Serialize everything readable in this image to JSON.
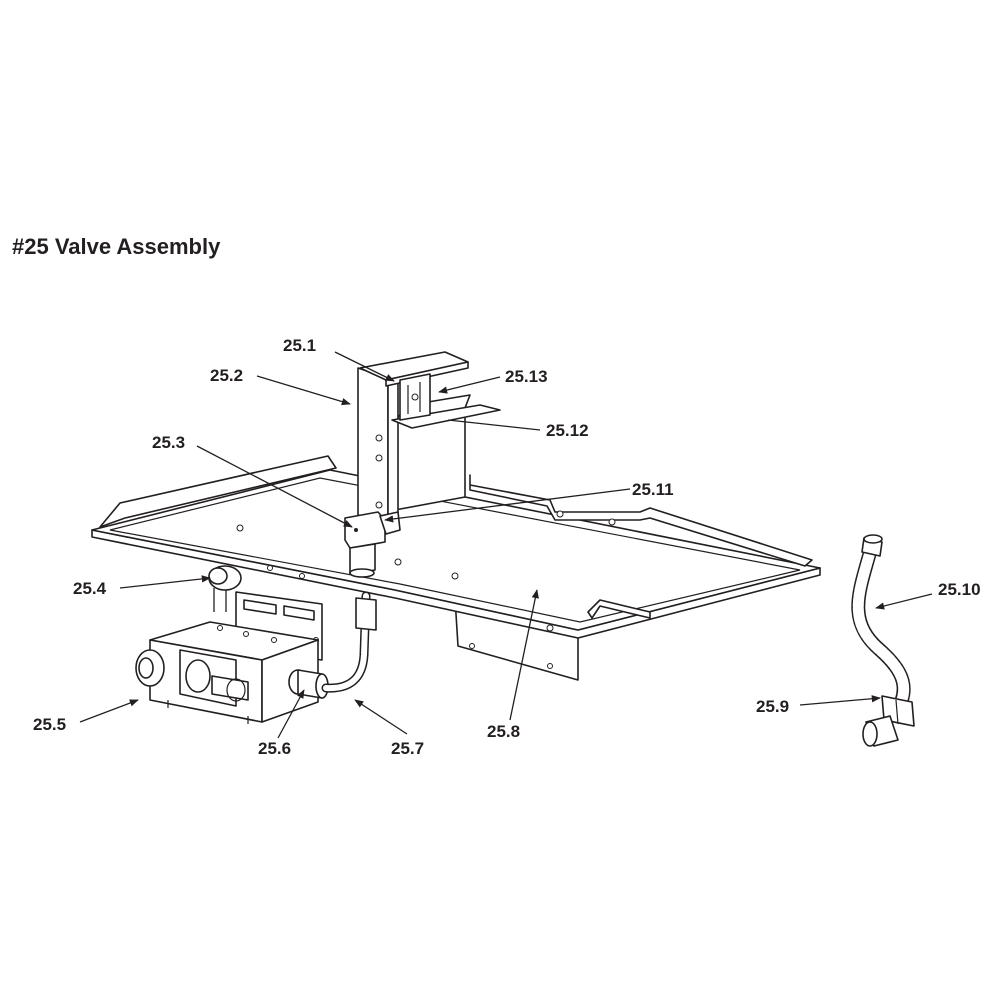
{
  "title": "#25 Valve Assembly",
  "callouts": {
    "c1": "25.1",
    "c2": "25.2",
    "c3": "25.3",
    "c4": "25.4",
    "c5": "25.5",
    "c6": "25.6",
    "c7": "25.7",
    "c8": "25.8",
    "c9": "25.9",
    "c10": "25.10",
    "c11": "25.11",
    "c12": "25.12",
    "c13": "25.13"
  },
  "colors": {
    "line": "#231f20",
    "background": "#ffffff"
  }
}
